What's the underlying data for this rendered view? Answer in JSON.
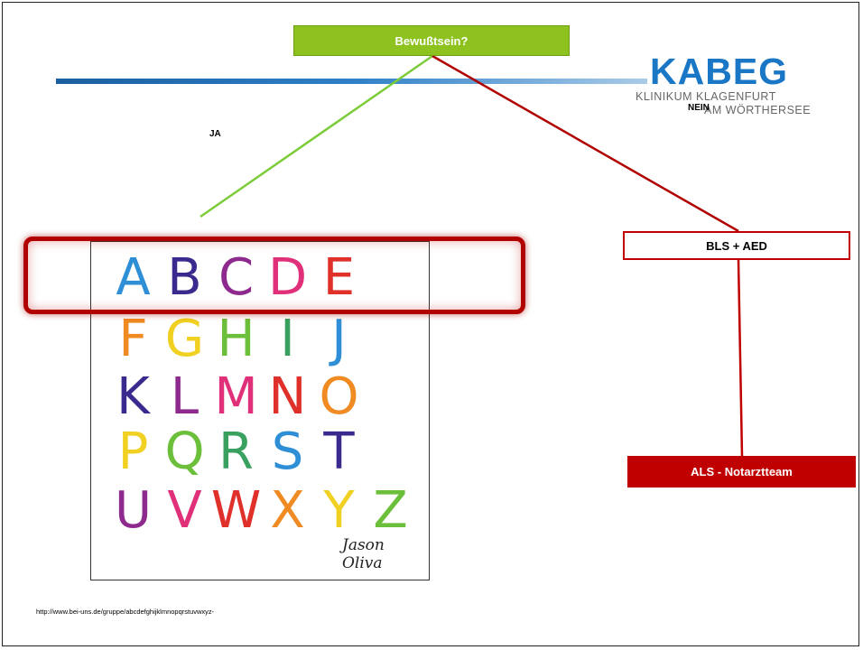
{
  "question": "Bewußtsein?",
  "yes_label": "JA",
  "no_label": "NEIN",
  "bls_label": "BLS + AED",
  "als_label": "ALS - Notarztteam",
  "logo": {
    "name": "KABEG",
    "line1": "KLINIKUM KLAGENFURT",
    "line2": "AM WÖRTHERSEE"
  },
  "alphabet_rows": [
    [
      "A",
      "B",
      "C",
      "D",
      "E"
    ],
    [
      "F",
      "G",
      "H",
      "I",
      "J"
    ],
    [
      "K",
      "L",
      "M",
      "N",
      "O"
    ],
    [
      "P",
      "Q",
      "R",
      "S",
      "T"
    ],
    [
      "U",
      "V",
      "W",
      "X",
      "Y",
      "Z"
    ]
  ],
  "alphabet_colors": [
    [
      "#2f8fd6",
      "#3a2a8e",
      "#8e2a8e",
      "#e0307a",
      "#e0302a"
    ],
    [
      "#f08a22",
      "#f0d020",
      "#6cbf3a",
      "#3aa060",
      "#2f8fd6"
    ],
    [
      "#3a2a8e",
      "#8e2a8e",
      "#e0307a",
      "#e0302a",
      "#f08a22"
    ],
    [
      "#f0d020",
      "#6cbf3a",
      "#3aa060",
      "#2f8fd6",
      "#3a2a8e"
    ],
    [
      "#8e2a8e",
      "#e0307a",
      "#e0302a",
      "#f08a22",
      "#f0d020",
      "#6cbf3a"
    ]
  ],
  "signature": "Jason Oliva",
  "source_url": "http://www.bei-uns.de/gruppe/abcdefghijklmnopqrstuvwxyz-",
  "colors": {
    "green": "#8dc21f",
    "red": "#c00000",
    "blue": "#1a77c5"
  }
}
